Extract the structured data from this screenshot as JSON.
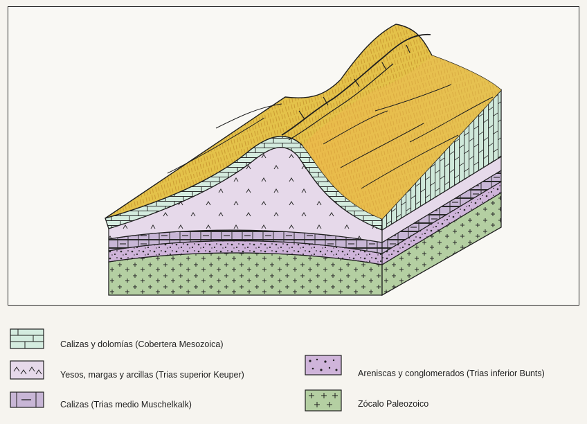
{
  "legend": [
    {
      "key": "calizas-dolomias",
      "label": "Calizas y dolomías (Cobertera Mesozoica)",
      "pattern": "brick",
      "color": "#d4ecdf"
    },
    {
      "key": "yesos",
      "label": "Yesos, margas y arcillas (Trias superior Keuper)",
      "pattern": "carets",
      "color": "#e6d9ea"
    },
    {
      "key": "calizas-trias",
      "label": "Calizas (Trias medio Muschelkalk)",
      "pattern": "dashed-brick",
      "color": "#c8b6d6"
    },
    {
      "key": "areniscas",
      "label": "Areniscas y conglomerados (Trias inferior Bunts)",
      "pattern": "dots",
      "color": "#cfb4da"
    },
    {
      "key": "zocalo",
      "label": "Zócalo Paleozoico",
      "pattern": "crosses",
      "color": "#b4cfa2"
    }
  ],
  "colors": {
    "surface": "#e8c84a",
    "surface_dark": "#d9a53a",
    "limestone": "#d4ecdf",
    "gypsum": "#e6d9ea",
    "muschelkalk": "#c8b6d6",
    "sandstone": "#cfb4da",
    "basement": "#b4cfa2",
    "outline": "#1f1f1f"
  }
}
